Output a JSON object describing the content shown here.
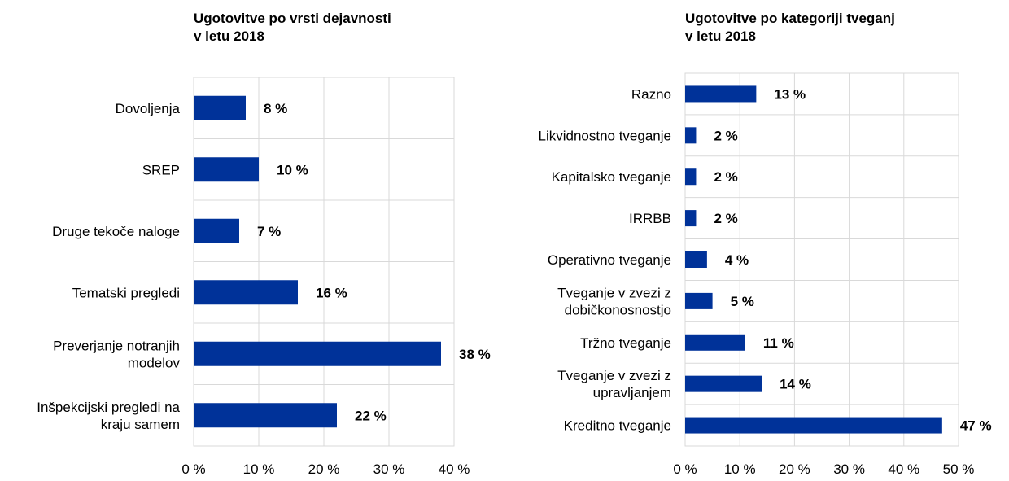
{
  "chart_data": [
    {
      "type": "bar",
      "orientation": "horizontal",
      "title_line1": "Ugotovitve po vrsti dejavnosti",
      "title_line2": "v letu 2018",
      "categories": [
        [
          "Dovoljenja"
        ],
        [
          "SREP"
        ],
        [
          "Druge tekoče naloge"
        ],
        [
          "Tematski pregledi"
        ],
        [
          "Preverjanje notranjih",
          "modelov"
        ],
        [
          "Inšpekcijski pregledi na",
          "kraju samem"
        ]
      ],
      "values": [
        8,
        10,
        7,
        16,
        38,
        22
      ],
      "value_labels": [
        "8 %",
        "10 %",
        "7 %",
        "16 %",
        "38 %",
        "22 %"
      ],
      "xlim": [
        0,
        40
      ],
      "xticks": [
        "0 %",
        "10 %",
        "20 %",
        "30 %",
        "40 %"
      ],
      "grid": true
    },
    {
      "type": "bar",
      "orientation": "horizontal",
      "title_line1": "Ugotovitve po kategoriji tveganj",
      "title_line2": "v letu 2018",
      "categories": [
        [
          "Razno"
        ],
        [
          "Likvidnostno tveganje"
        ],
        [
          "Kapitalsko tveganje"
        ],
        [
          "IRRBB"
        ],
        [
          "Operativno tveganje"
        ],
        [
          "Tveganje v zvezi z",
          "dobičkonosnostjo"
        ],
        [
          "Tržno tveganje"
        ],
        [
          "Tveganje v zvezi z",
          "upravljanjem"
        ],
        [
          "Kreditno tveganje"
        ]
      ],
      "values": [
        13,
        2,
        2,
        2,
        4,
        5,
        11,
        14,
        47
      ],
      "value_labels": [
        "13 %",
        "2 %",
        "2 %",
        "2 %",
        "4 %",
        "5 %",
        "11 %",
        "14 %",
        "47 %"
      ],
      "xlim": [
        0,
        50
      ],
      "xticks": [
        "0 %",
        "10 %",
        "20 %",
        "30 %",
        "40 %",
        "50 %"
      ],
      "grid": true
    }
  ],
  "colors": {
    "bar": "#003299",
    "grid": "#d9d9d9"
  }
}
